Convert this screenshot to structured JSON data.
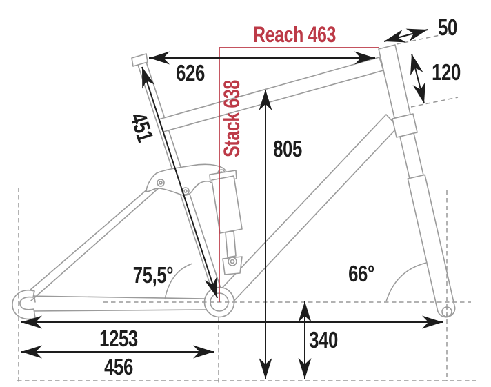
{
  "page": {
    "title": "Mountain bike frame geometry diagram"
  },
  "colors": {
    "red": "#bc3a47",
    "gray": "#9b9b9b",
    "black": "#1d1d1d",
    "background": "#ffffff"
  },
  "labels": {
    "reach": "Reach 463",
    "stack": "Stack 638",
    "top_tube_626": "626",
    "offset_50": "50",
    "head_tube_120": "120",
    "seat_tube_451": "451",
    "standover_805": "805",
    "seat_tube_angle": "75,5°",
    "head_tube_angle": "66°",
    "wheelbase_1253": "1253",
    "chainstay_456": "456",
    "bb_height_340": "340"
  }
}
